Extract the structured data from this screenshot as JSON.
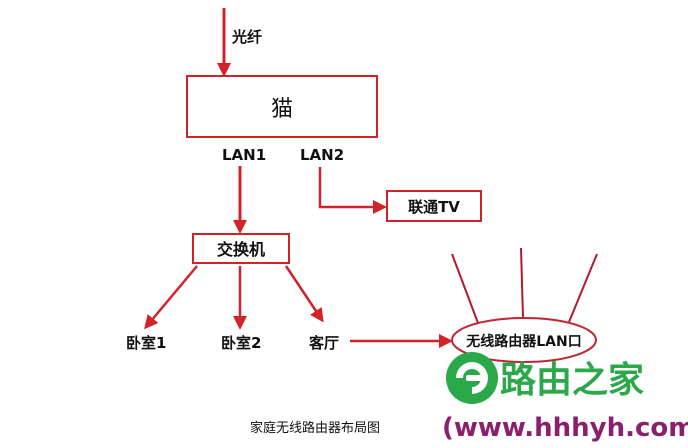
{
  "diagram": {
    "fiber_label": "光纤",
    "modem_label": "猫",
    "lan1_label": "LAN1",
    "lan2_label": "LAN2",
    "iptv_label": "联通TV",
    "switch_label": "交换机",
    "bedroom1_label": "卧室1",
    "bedroom2_label": "卧室2",
    "living_room_label": "客厅",
    "router_label": "无线路由器LAN口",
    "caption": "家庭无线路由器布局图"
  },
  "watermark": {
    "brand": "路由之家",
    "url": "(www.hhhyh.com)"
  },
  "colors": {
    "arrow": "#d0242a",
    "box_border": "#d0242a",
    "router_ellipse": "#c02530",
    "antenna": "#b01c28",
    "brand_green": "#2aa84a"
  }
}
